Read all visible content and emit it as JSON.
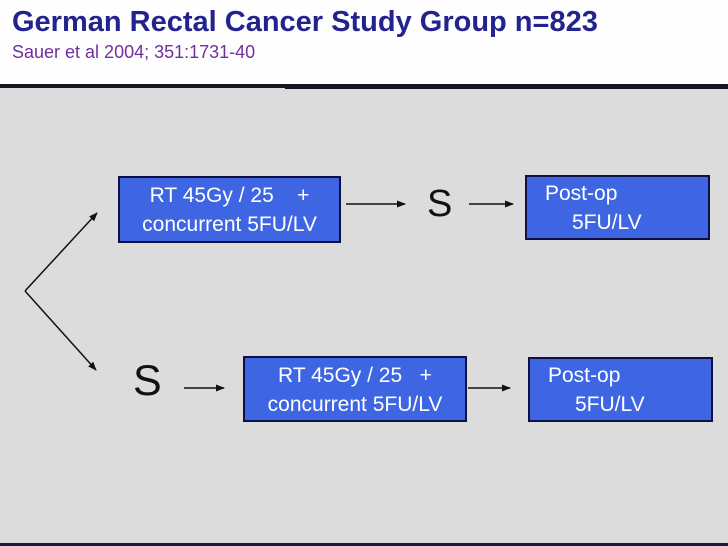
{
  "slide": {
    "title": "German Rectal Cancer Study Group  n=823",
    "citation": "Sauer et al 2004; 351:1731-40"
  },
  "diagram": {
    "top_arm": {
      "chemort_box": {
        "line1": "RT 45Gy / 25    +",
        "line2": "concurrent 5FU/LV"
      },
      "s_label": "S",
      "postop_box": {
        "line1": "Post-op",
        "line2": "5FU/LV"
      }
    },
    "bottom_arm": {
      "s_label": "S",
      "chemort_box": {
        "line1": "RT 45Gy / 25   +",
        "line2": "concurrent 5FU/LV"
      },
      "postop_box": {
        "line1": "Post-op",
        "line2": "5FU/LV"
      }
    }
  },
  "colors": {
    "title": "#23238F",
    "citation": "#7030A0",
    "box_fill": "#3E66E3",
    "box_border": "#101045",
    "background": "#DCDCDC",
    "header_background": "#FEFEFE",
    "separator": "#16161E",
    "arrow": "#111111"
  }
}
